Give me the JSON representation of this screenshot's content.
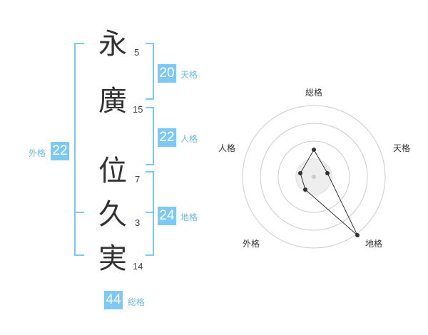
{
  "name": {
    "chars": [
      {
        "char": "永",
        "strokes": "5"
      },
      {
        "char": "廣",
        "strokes": "15"
      },
      {
        "char": "位",
        "strokes": "7"
      },
      {
        "char": "久",
        "strokes": "3"
      },
      {
        "char": "実",
        "strokes": "14"
      }
    ]
  },
  "fortunes": {
    "tenkaku": {
      "value": "20",
      "label": "天格"
    },
    "jinkaku": {
      "value": "22",
      "label": "人格"
    },
    "chikaku": {
      "value": "24",
      "label": "地格"
    },
    "gaikaku": {
      "value": "22",
      "label": "外格"
    },
    "soukaku": {
      "value": "44",
      "label": "総格"
    }
  },
  "radar": {
    "labels": {
      "top": "総格",
      "right": "天格",
      "bottom_right": "地格",
      "bottom_left": "外格",
      "left": "人格"
    }
  },
  "colors": {
    "accent": "#7ec9f4",
    "grid": "#cccccc",
    "line": "#333333"
  }
}
